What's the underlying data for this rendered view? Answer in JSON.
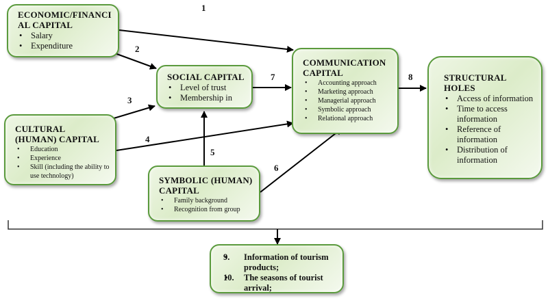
{
  "boxes": {
    "economic": {
      "title": "ECONOMIC/FINANCIAL CAPITAL",
      "title_line1": "ECONOMIC/FINANCI",
      "title_line2": "AL CAPITAL",
      "items": [
        "Salary",
        "Expenditure"
      ]
    },
    "social": {
      "title": "SOCIAL CAPITAL",
      "items": [
        "Level of trust",
        "Membership in"
      ]
    },
    "communication": {
      "title_line1": "COMMUNICATION",
      "title_line2": "CAPITAL",
      "items": [
        "Accounting approach",
        "Marketing approach",
        "Managerial approach",
        "Symbolic approach",
        "Relational approach"
      ]
    },
    "structural": {
      "title_line1": "STRUCTURAL",
      "title_line2": "HOLES",
      "items": [
        "Access of information",
        "Time to access information",
        "Reference of information",
        "Distribution of information"
      ]
    },
    "cultural": {
      "title_line1": "CULTURAL",
      "title_line2": "(HUMAN) CAPITAL",
      "items": [
        "Education",
        "Experience",
        "Skill (including the ability to use technology)"
      ]
    },
    "symbolic": {
      "title_line1": "SYMBOLIC (HUMAN)",
      "title_line2": "CAPITAL",
      "items": [
        "Family background",
        "Recognition from group"
      ]
    },
    "result": {
      "items": [
        {
          "num": "9.",
          "text": "Information of tourism products;"
        },
        {
          "num": "10.",
          "text": "The seasons of tourist arrival;"
        }
      ]
    }
  },
  "arrows": [
    {
      "label": "1",
      "from": "Economic/Financial Capital",
      "to": "Communication Capital"
    },
    {
      "label": "2",
      "from": "Economic/Financial Capital",
      "to": "Social Capital"
    },
    {
      "label": "3",
      "from": "Cultural (Human) Capital",
      "to": "Social Capital"
    },
    {
      "label": "4",
      "from": "Cultural (Human) Capital",
      "to": "Communication Capital"
    },
    {
      "label": "5",
      "from": "Symbolic (Human) Capital",
      "to": "Social Capital"
    },
    {
      "label": "6",
      "from": "Symbolic (Human) Capital",
      "to": "Communication Capital"
    },
    {
      "label": "7",
      "from": "Social Capital",
      "to": "Communication Capital"
    },
    {
      "label": "8",
      "from": "Communication Capital",
      "to": "Structural Holes"
    }
  ],
  "colors": {
    "box_border": "#5a9a3c",
    "box_fill": "#dcecc9",
    "line": "#000000"
  }
}
